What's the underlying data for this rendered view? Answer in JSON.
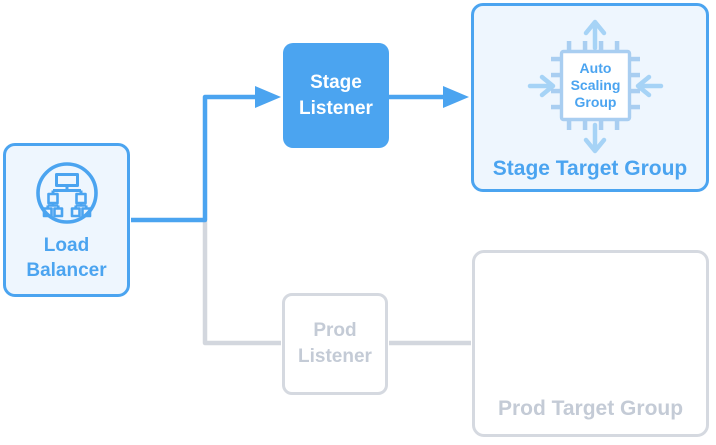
{
  "colors": {
    "accent_blue": "#4BA4F0",
    "light_blue_fill": "#EEF6FE",
    "pale_blue_icon": "#A9CEF1",
    "pale_blue_arrow": "#A6D3F6",
    "inactive_border": "#D5D9E0",
    "inactive_line": "#D3D7DE",
    "inactive_text": "#C4CBD6",
    "white": "#FFFFFF"
  },
  "nodes": {
    "load_balancer": {
      "line1": "Load",
      "line2": "Balancer",
      "icon": "load-balancer-network-icon"
    },
    "stage_listener": {
      "line1": "Stage",
      "line2": "Listener"
    },
    "prod_listener": {
      "line1": "Prod",
      "line2": "Listener"
    },
    "stage_target_group": {
      "label": "Stage Target Group",
      "auto_scaling_group": {
        "line1": "Auto",
        "line2": "Scaling",
        "line3": "Group",
        "icon": "cpu-chip-icon"
      }
    },
    "prod_target_group": {
      "label": "Prod Target Group"
    }
  },
  "edges": [
    {
      "from": "load-balancer",
      "to": "stage-listener",
      "state": "active",
      "arrowhead": true
    },
    {
      "from": "stage-listener",
      "to": "stage-target-group",
      "state": "active",
      "arrowhead": true
    },
    {
      "from": "load-balancer",
      "to": "prod-listener",
      "state": "inactive",
      "arrowhead": false
    },
    {
      "from": "prod-listener",
      "to": "prod-target-group",
      "state": "inactive",
      "arrowhead": false
    }
  ]
}
